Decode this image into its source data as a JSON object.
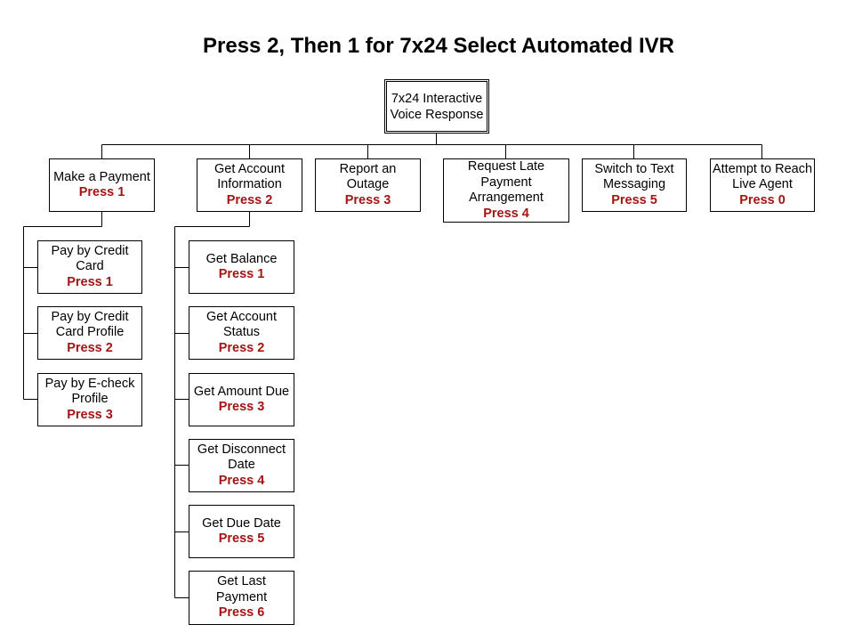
{
  "title": "Press 2, Then 1 for 7x24 Select Automated IVR",
  "root": {
    "line1": "7x24 Interactive",
    "line2": "Voice Response"
  },
  "top_level": [
    {
      "lines": [
        "Make a Payment"
      ],
      "press": "Press 1"
    },
    {
      "lines": [
        "Get Account",
        "Information"
      ],
      "press": "Press 2"
    },
    {
      "lines": [
        "Report an",
        "Outage"
      ],
      "press": "Press 3"
    },
    {
      "lines": [
        "Request Late",
        "Payment",
        "Arrangement"
      ],
      "press": "Press 4"
    },
    {
      "lines": [
        "Switch to Text",
        "Messaging"
      ],
      "press": "Press 5"
    },
    {
      "lines": [
        "Attempt to Reach",
        "Live Agent"
      ],
      "press": "Press 0"
    }
  ],
  "payment_options": [
    {
      "lines": [
        "Pay by Credit",
        "Card"
      ],
      "press": "Press 1"
    },
    {
      "lines": [
        "Pay by Credit",
        "Card Profile"
      ],
      "press": "Press 2"
    },
    {
      "lines": [
        "Pay by E-check",
        "Profile"
      ],
      "press": "Press 3"
    }
  ],
  "account_options": [
    {
      "lines": [
        "Get Balance"
      ],
      "press": "Press 1"
    },
    {
      "lines": [
        "Get Account",
        "Status"
      ],
      "press": "Press 2"
    },
    {
      "lines": [
        "Get Amount Due"
      ],
      "press": "Press 3"
    },
    {
      "lines": [
        "Get Disconnect",
        "Date"
      ],
      "press": "Press 4"
    },
    {
      "lines": [
        "Get Due Date"
      ],
      "press": "Press 5"
    },
    {
      "lines": [
        "Get Last",
        "Payment"
      ],
      "press": "Press 6"
    }
  ]
}
